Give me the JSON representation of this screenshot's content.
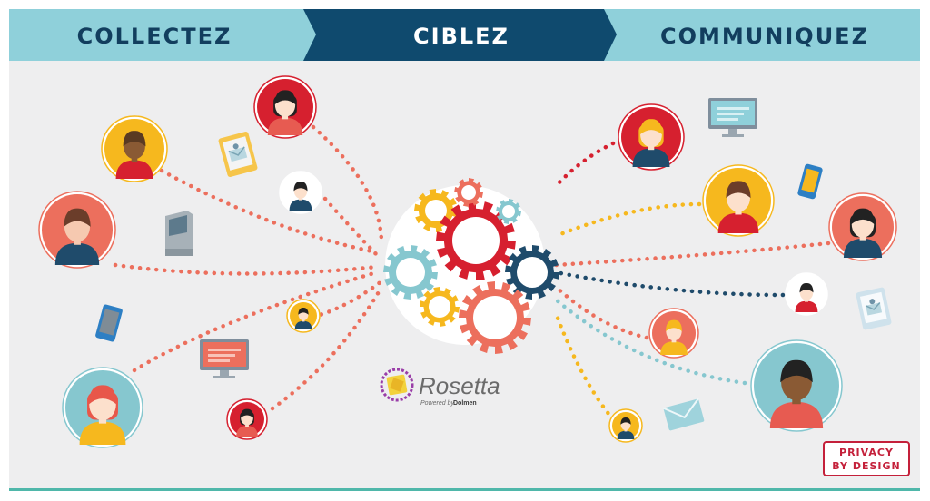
{
  "header": {
    "steps": [
      {
        "label": "COLLECTEZ"
      },
      {
        "label": "CIBLEZ"
      },
      {
        "label": "COMMUNIQUEZ"
      }
    ]
  },
  "logo": {
    "name": "Rosetta",
    "tagline_prefix": "Powered by",
    "tagline_brand": "Dolmen"
  },
  "badge": {
    "line1": "PRIVACY",
    "line2": "BY DESIGN"
  },
  "colors": {
    "banner_light": "#8fd0da",
    "banner_dark": "#0f4a6e",
    "banner_text_dark": "#123e5e",
    "background": "#eeeeef",
    "coral": "#ec6f5d",
    "red": "#d6202f",
    "yellow": "#f6b81e",
    "navy": "#1f4b6b",
    "teal": "#86c7cf",
    "badge_red": "#c4203a",
    "bottom_line": "#4fb7aa"
  },
  "icons": {
    "people": [
      "person-icon"
    ],
    "devices": [
      "tablet-icon",
      "kiosk-icon",
      "smartphone-icon",
      "laptop-icon",
      "monitor-icon",
      "envelope-icon"
    ],
    "center": "gears-icon"
  }
}
